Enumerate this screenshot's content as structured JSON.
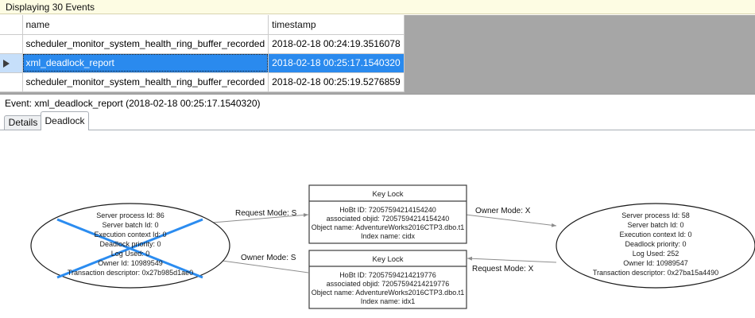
{
  "banner": {
    "text": "Displaying 30 Events"
  },
  "grid": {
    "columns": [
      "",
      "name",
      "timestamp"
    ],
    "rows": [
      {
        "selector": "",
        "name": "scheduler_monitor_system_health_ring_buffer_recorded",
        "timestamp": "2018-02-18 00:24:19.3516078",
        "selected": false
      },
      {
        "selector": "▶",
        "name": "xml_deadlock_report",
        "timestamp": "2018-02-18 00:25:17.1540320",
        "selected": true
      },
      {
        "selector": "",
        "name": "scheduler_monitor_system_health_ring_buffer_recorded",
        "timestamp": "2018-02-18 00:25:19.5276859",
        "selected": false
      }
    ],
    "selection_color": "#2a8aee"
  },
  "event_header": {
    "text": "Event: xml_deadlock_report (2018-02-18 00:25:17.1540320)"
  },
  "tabs": [
    {
      "label": "Details",
      "active": false
    },
    {
      "label": "Deadlock",
      "active": true
    }
  ],
  "deadlock_graph": {
    "victim_marker_color": "#2b8cf0",
    "processes": [
      {
        "id": "process-left",
        "is_victim": true,
        "lines": [
          "Server process Id: 86",
          "Server batch Id: 0",
          "Execution context Id: 0",
          "Deadlock priority: 0",
          "Log Used: 0",
          "Owner Id: 10989549",
          "Transaction descriptor: 0x27b985d1ae0"
        ]
      },
      {
        "id": "process-right",
        "is_victim": false,
        "lines": [
          "Server process Id: 58",
          "Server batch Id: 0",
          "Execution context Id: 0",
          "Deadlock priority: 0",
          "Log Used: 252",
          "Owner Id: 10989547",
          "Transaction descriptor: 0x27ba15a4490"
        ]
      }
    ],
    "resources": [
      {
        "id": "resource-top",
        "title": "Key Lock",
        "lines": [
          "HoBt ID: 72057594214154240",
          "associated objid: 72057594214154240",
          "Object name: AdventureWorks2016CTP3.dbo.t1",
          "Index name: cidx"
        ]
      },
      {
        "id": "resource-bottom",
        "title": "Key Lock",
        "lines": [
          "HoBt ID: 72057594214219776",
          "associated objid: 72057594214219776",
          "Object name: AdventureWorks2016CTP3.dbo.t1",
          "Index name: idx1"
        ]
      }
    ],
    "edges": [
      {
        "id": "edge-left-request-top",
        "label": "Request Mode: S"
      },
      {
        "id": "edge-top-owner-right",
        "label": "Owner Mode: X"
      },
      {
        "id": "edge-bottom-owner-left",
        "label": "Owner Mode: S"
      },
      {
        "id": "edge-right-request-bottom",
        "label": "Request Mode: X"
      }
    ]
  }
}
